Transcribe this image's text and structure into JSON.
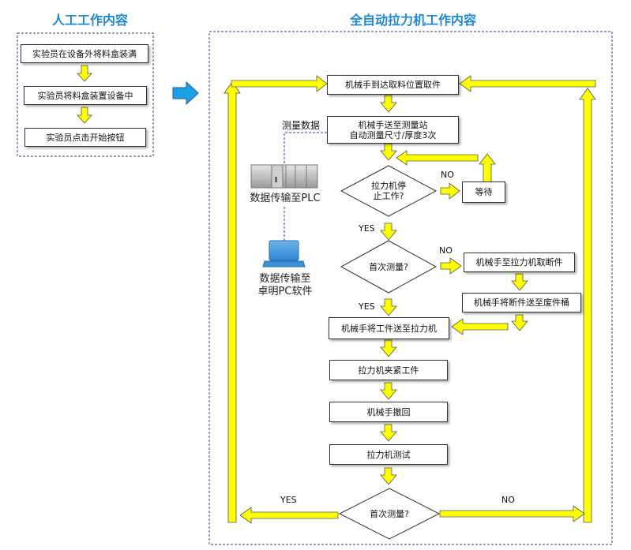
{
  "titles": {
    "manual": "人工工作内容",
    "auto": "全自动拉力机工作内容"
  },
  "manual_steps": [
    "实验员在设备外将料盒装满",
    "实验员将料盒装置设备中",
    "实验员点击开始按钮"
  ],
  "auto": {
    "step_fetch": "机械手到达取料位置取件",
    "step_measure": "机械手送至测量站\n自动测量尺寸/厚度3次",
    "decision_stopped": "拉力机停\n止工作?",
    "step_wait": "等待",
    "decision_first_1": "首次测量?",
    "step_fetch_broken": "机械手至拉力机取断件",
    "step_to_bin": "机械手将断件送至废件桶",
    "step_to_tester": "机械手将工件送至拉力机",
    "step_clamp": "拉力机夹紧工件",
    "step_retract": "机械手撤回",
    "step_test": "拉力机测试",
    "decision_first_2": "首次测量?"
  },
  "branch_labels": {
    "no_1": "NO",
    "yes_1": "YES",
    "no_2": "NO",
    "yes_2": "YES",
    "yes_3": "YES",
    "no_3": "NO"
  },
  "side": {
    "measure_data": "测量数据",
    "to_plc": "数据传输至PLC",
    "to_pc": "数据传输至\n卓明PC软件"
  },
  "colors": {
    "arrow_fill": "#ffff00",
    "arrow_stroke": "#555555",
    "title": "#1e88d8",
    "blue_arrow": "#1ca0e8",
    "frame": "#3a3a8a"
  },
  "icons": [
    "plc-icon",
    "laptop-icon",
    "blue-right-arrow-icon"
  ]
}
